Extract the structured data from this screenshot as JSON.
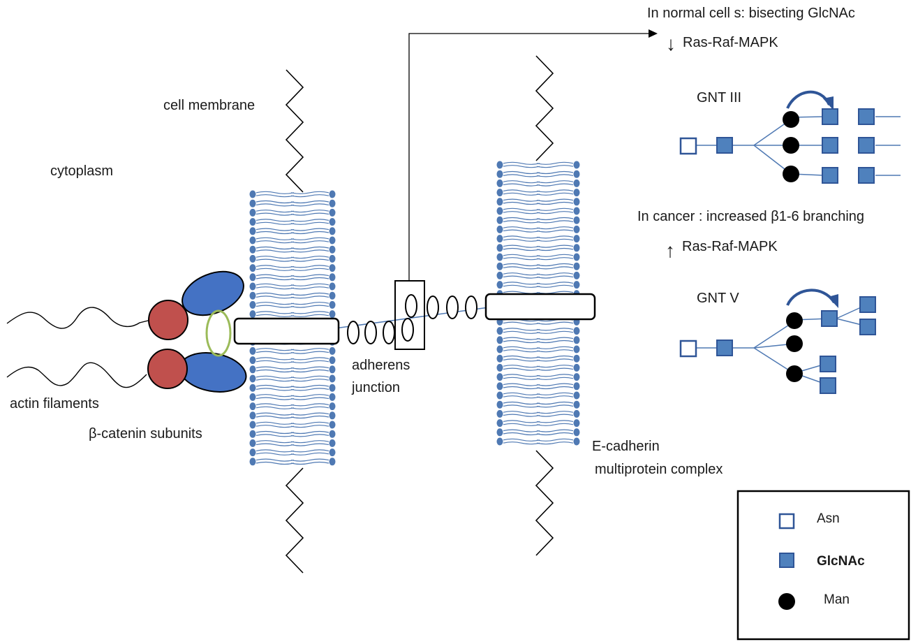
{
  "labels": {
    "cell_membrane": "cell membrane",
    "cytoplasm": "cytoplasm",
    "actin_filaments": "actin filaments",
    "beta_catenin": "β-catenin subunits",
    "adherens_line1": "adherens",
    "adherens_line2": "junction",
    "ecadherin_line1": "E-cadherin",
    "ecadherin_line2": "multiprotein complex",
    "normal_cells": "In normal cell s: bisecting  GlcNAc",
    "ras_down": "Ras-Raf-MAPK",
    "gnt3": "GNT III",
    "cancer": "In cancer : increased β1-6 branching",
    "ras_up": "Ras-Raf-MAPK",
    "gnt5": "GNT V"
  },
  "legend": {
    "asn": "Asn",
    "glcnac": "GlcNAc",
    "man": "Man"
  },
  "colors": {
    "lipid_blue": "#4f79b3",
    "glcnac_fill": "#4f81bd",
    "glcnac_stroke": "#2f5597",
    "protein_blue": "#4472c4",
    "catenin_red": "#c0504d",
    "ring_green": "#9bbb59",
    "line": "#000000"
  },
  "icons": {
    "arrow_down": "↓",
    "arrow_up": "↑"
  }
}
